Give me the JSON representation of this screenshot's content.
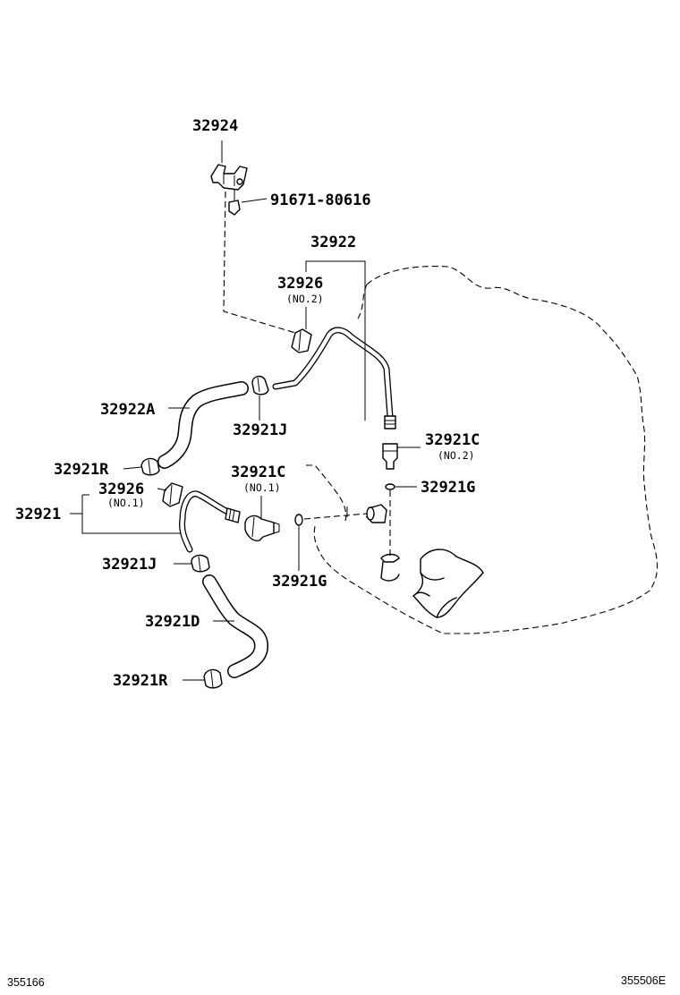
{
  "labels": {
    "p32924": "32924",
    "p91671": "91671-80616",
    "p32922": "32922",
    "p32926_top": "32926",
    "p32926_top_sub": "(NO.2)",
    "p32922A": "32922A",
    "p32921J_top": "32921J",
    "p32921C_right": "32921C",
    "p32921C_right_sub": "(NO.2)",
    "p32921R_top": "32921R",
    "p32921C_mid": "32921C",
    "p32921C_mid_sub": "(NO.1)",
    "p32926_left": "32926",
    "p32926_left_sub": "(NO.1)",
    "p32921G_right": "32921G",
    "p32921": "32921",
    "p32921J_low": "32921J",
    "p32921G_low": "32921G",
    "p32921D": "32921D",
    "p32921R_low": "32921R"
  },
  "footer": {
    "left_code": "355166",
    "right_code": "355506E"
  }
}
